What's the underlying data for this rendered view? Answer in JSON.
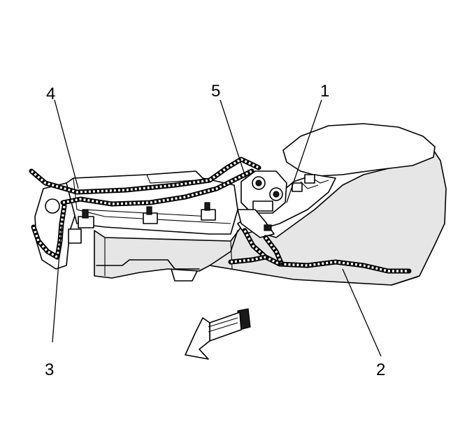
{
  "callouts": [
    {
      "id": "1",
      "label": "1"
    },
    {
      "id": "2",
      "label": "2"
    },
    {
      "id": "3",
      "label": "3"
    },
    {
      "id": "4",
      "label": "4"
    },
    {
      "id": "5",
      "label": "5"
    }
  ],
  "icons": {
    "direction_arrow": "front-direction-arrow-icon"
  },
  "colors": {
    "line": "#000000",
    "console_fill": "#e6e6e6",
    "background": "#ffffff"
  }
}
